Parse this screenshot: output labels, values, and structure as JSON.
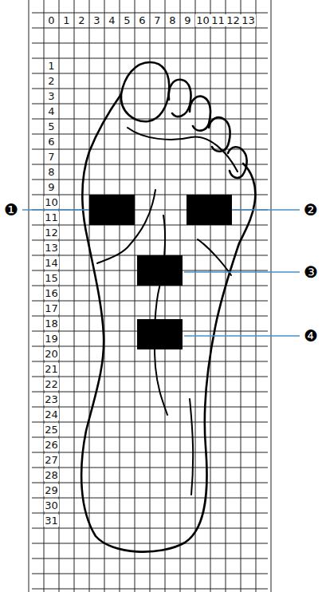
{
  "diagram": {
    "labels": [
      "0",
      "1",
      "2",
      "3",
      "4",
      "5",
      "6",
      "7",
      "8",
      "9",
      "10",
      "11",
      "12",
      "13",
      "1",
      "2",
      "3",
      "4",
      "5",
      "6",
      "7",
      "8",
      "9",
      "10",
      "11",
      "12",
      "13",
      "14",
      "15",
      "16",
      "17",
      "18",
      "19",
      "20",
      "21",
      "22",
      "23",
      "24",
      "25",
      "26",
      "27",
      "28",
      "29",
      "30",
      "31",
      "❶",
      "❷",
      "❸",
      "❹"
    ]
  }
}
